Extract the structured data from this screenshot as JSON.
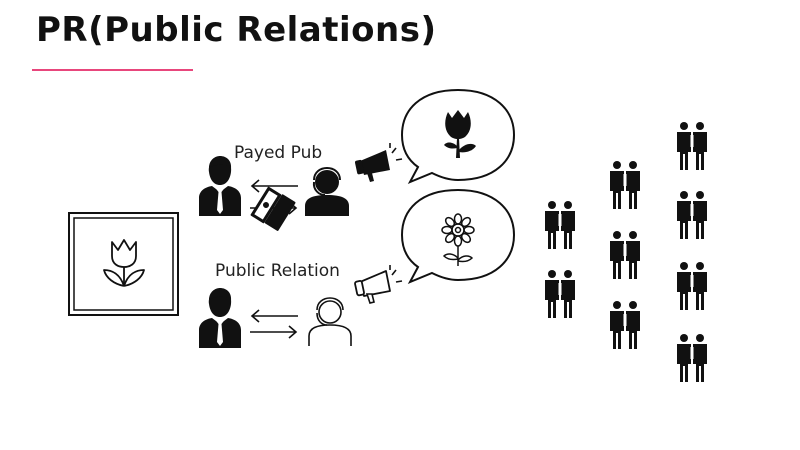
{
  "slide": {
    "title": "PR(Public Relations)",
    "accent_color": "#e8467c"
  },
  "diagram": {
    "paid_channel": {
      "label": "Payed Pub",
      "speech_icon": "rose-icon"
    },
    "pr_channel": {
      "label": "Public Relation",
      "speech_icon": "sunflower-icon"
    },
    "product_icon": "tulip-icon",
    "audience_icon": "couple-icon"
  }
}
